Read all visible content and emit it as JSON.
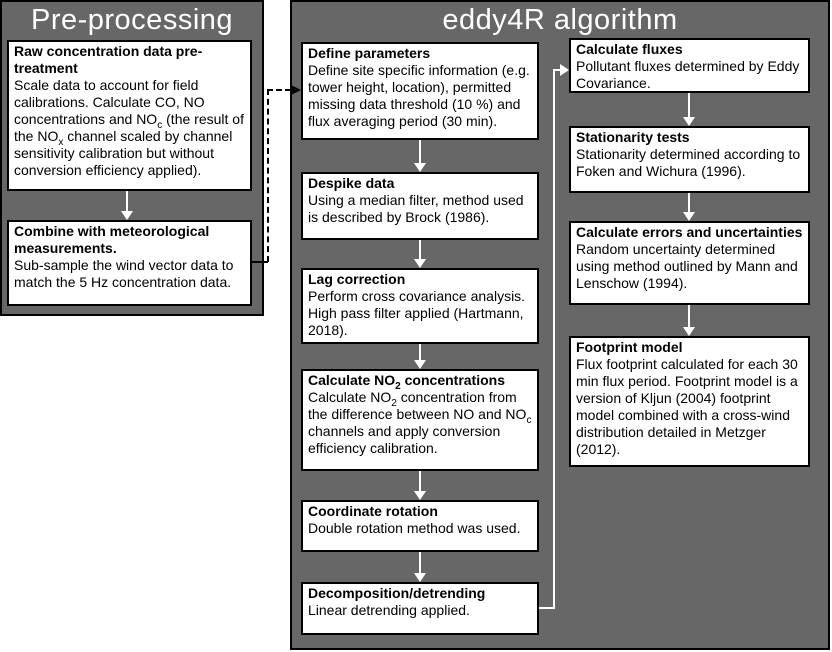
{
  "colors": {
    "panel_bg": "#676767",
    "panel_border": "#000000",
    "box_bg": "#ffffff",
    "box_border": "#000000",
    "panel_title_text": "#ffffff",
    "flow_arrow": "#ffffff",
    "cross_panel_connector": "#000000"
  },
  "panels": {
    "preprocessing": {
      "title": "Pre-processing"
    },
    "eddy4r": {
      "title": "eddy4R algorithm"
    }
  },
  "boxes": {
    "raw": {
      "title": "Raw concentration data pre-treatment",
      "body": [
        {
          "t": "Scale data to account for field calibrations. Calculate CO, NO concentrations and NO"
        },
        {
          "sub": "c"
        },
        {
          "t": " (the result of the NO"
        },
        {
          "sub": "x"
        },
        {
          "t": " channel scaled by channel sensitivity calibration but without conversion efficiency applied)."
        }
      ]
    },
    "combine": {
      "title": "Combine with meteorological measurements.",
      "body": "Sub-sample the wind vector data to match the 5 Hz concentration data."
    },
    "define": {
      "title": "Define parameters",
      "body": "Define site specific information (e.g. tower height, location), permitted missing data threshold (10 %) and flux averaging period (30 min)."
    },
    "despike": {
      "title": "Despike data",
      "body": "Using a median filter, method used is described by Brock (1986)."
    },
    "lag": {
      "title": "Lag correction",
      "body": "Perform cross covariance analysis. High pass filter applied (Hartmann, 2018)."
    },
    "no2": {
      "title": [
        {
          "t": "Calculate NO"
        },
        {
          "sub": "2"
        },
        {
          "t": " concentrations"
        }
      ],
      "body": [
        {
          "t": "Calculate NO"
        },
        {
          "sub": "2"
        },
        {
          "t": " concentration from the difference between NO and NO"
        },
        {
          "sub": "c"
        },
        {
          "t": " channels and apply conversion efficiency calibration."
        }
      ]
    },
    "coord": {
      "title": "Coordinate rotation",
      "body": "Double rotation method was used."
    },
    "decomp": {
      "title": "Decomposition/detrending",
      "body": "Linear detrending applied."
    },
    "fluxes": {
      "title": "Calculate fluxes",
      "body": "Pollutant fluxes determined by Eddy Covariance."
    },
    "stationarity": {
      "title": "Stationarity tests",
      "body": "Stationarity determined according to Foken and Wichura (1996)."
    },
    "errors": {
      "title": "Calculate errors and uncertainties",
      "body": "Random uncertainty determined using method outlined by Mann and Lenschow (1994)."
    },
    "footprint": {
      "title": "Footprint model",
      "body": "Flux footprint calculated for each 30 min flux period. Footprint model is a version of Kljun (2004) footprint model combined with a cross-wind distribution detailed in Metzger (2012)."
    }
  }
}
